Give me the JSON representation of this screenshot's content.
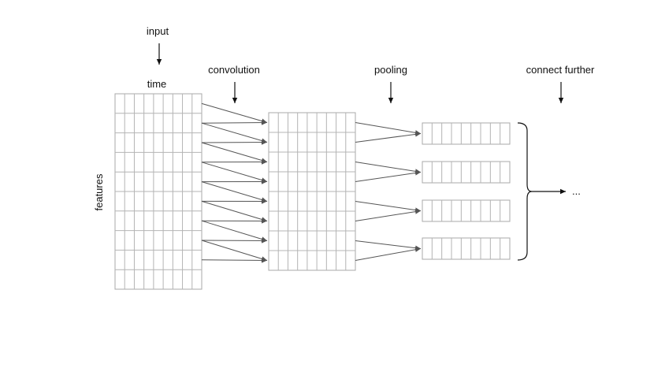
{
  "labels": {
    "input": "input",
    "time": "time",
    "features": "features",
    "convolution": "convolution",
    "pooling": "pooling",
    "connect_further": "connect further",
    "ellipsis": "..."
  },
  "structure": {
    "input_grid": {
      "rows": 10,
      "cols": 9
    },
    "conv_grid": {
      "rows": 8,
      "cols": 9
    },
    "pool_blocks": {
      "count": 4,
      "cols": 9
    }
  },
  "colors": {
    "grid_line": "#b4b4b4",
    "arrow": "#555555",
    "text": "#111111"
  }
}
